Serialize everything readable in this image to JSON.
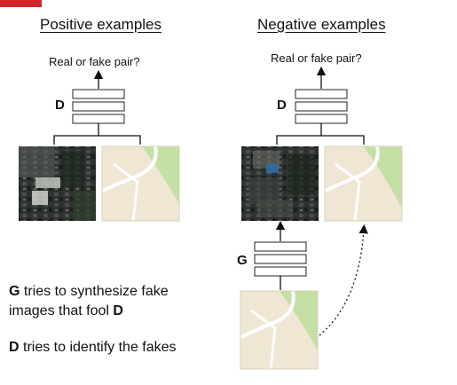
{
  "positive": {
    "heading": "Positive examples",
    "question": "Real or fake pair?",
    "d_label": "D"
  },
  "negative": {
    "heading": "Negative examples",
    "question": "Real or fake pair?",
    "d_label": "D",
    "g_label": "G"
  },
  "text": {
    "line1_bold": "G",
    "line1_rest": " tries to synthesize fake",
    "line2_rest": "images that fool ",
    "line2_bold": "D",
    "line3_bold": "D",
    "line3_rest": " tries to identify the fakes"
  },
  "colors": {
    "accent": "#d0262a",
    "map_bg": "#efe6d4",
    "map_green": "#c4e0a4",
    "road": "#ffffff"
  }
}
